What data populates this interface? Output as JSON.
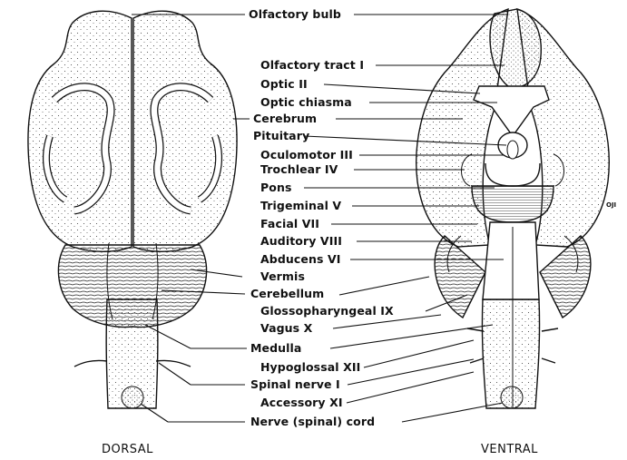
{
  "labels": {
    "olfactory_bulb": "Olfactory bulb",
    "olfactory_tract": "Olfactory tract I",
    "optic": "Optic II",
    "optic_chiasma": "Optic chiasma",
    "cerebrum": "Cerebrum",
    "pituitary": "Pituitary",
    "oculomotor": "Oculomotor III",
    "trochlear": "Trochlear IV",
    "pons": "Pons",
    "trigeminal": "Trigeminal V",
    "facial": "Facial VII",
    "auditory": "Auditory VIII",
    "abducens": "Abducens VI",
    "vermis": "Vermis",
    "cerebellum": "Cerebellum",
    "glossopharyngeal": "Glossopharyngeal IX",
    "vagus": "Vagus X",
    "medulla": "Medulla",
    "hypoglossal": "Hypoglossal XII",
    "spinal_nerve": "Spinal nerve I",
    "accessory": "Accessory XI",
    "nerve_cord": "Nerve (spinal) cord"
  },
  "views": {
    "dorsal": "DORSAL",
    "ventral": "VENTRAL"
  },
  "signature": "OJI"
}
